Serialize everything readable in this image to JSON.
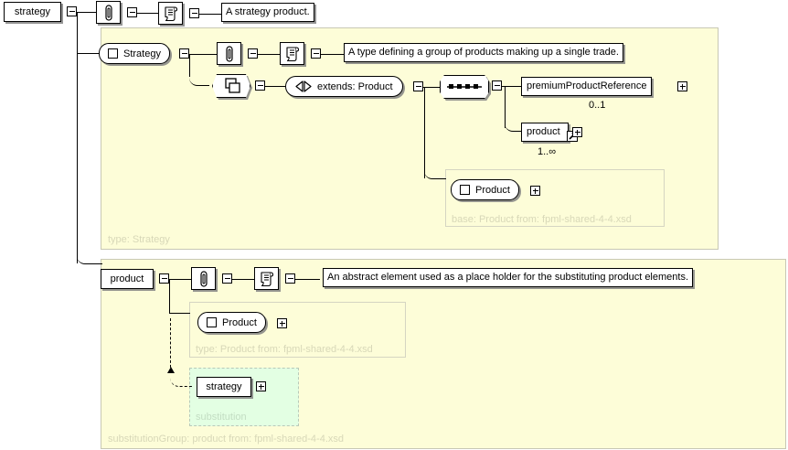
{
  "diagram": {
    "title": "strategy element XSD diagram",
    "colors": {
      "panel_background": "#fdfdd8",
      "panel_border": "#c8c8b4",
      "substitution_background": "#e3ffe3",
      "substitution_border": "#b9c9b9",
      "panel_label": "#d8d8b8",
      "box_background": "#ffffff",
      "line": "#000000"
    }
  },
  "root": {
    "element_name": "strategy",
    "annotation_icon": "paperclip-icon",
    "documentation_icon": "scroll-icon",
    "documentation_text": "A strategy product."
  },
  "strategy_type": {
    "panel_label": "type: Strategy",
    "complex_type_name": "Strategy",
    "annotation_icon": "paperclip-icon",
    "documentation_icon": "scroll-icon",
    "documentation_text": "A type defining a group of products making up a single trade.",
    "extension_node_icon": "extension-icon",
    "extends_label": "extends: Product",
    "extends_icon": "triangles-icon",
    "sequence_node_icon": "sequence-icon",
    "children": [
      {
        "name": "premiumProductReference",
        "cardinality": "0..1",
        "toggle": "plus",
        "substitution_arrow": false
      },
      {
        "name": "product",
        "cardinality": "1..∞",
        "toggle": "plus",
        "substitution_arrow": true
      }
    ],
    "base": {
      "panel_label": "base: Product from: fpml-shared-4-4.xsd",
      "type_name": "Product",
      "toggle": "plus"
    }
  },
  "product_group": {
    "panel_label": "substitutionGroup: product from: fpml-shared-4-4.xsd",
    "element_name": "product",
    "annotation_icon": "paperclip-icon",
    "documentation_icon": "scroll-icon",
    "documentation_text": "An abstract element used as a place holder for the substituting product elements.",
    "type_panel": {
      "panel_label": "type: Product from: fpml-shared-4-4.xsd",
      "type_name": "Product",
      "toggle": "plus"
    },
    "substitution_panel": {
      "panel_label": "substitution",
      "element_name": "strategy",
      "toggle": "plus"
    }
  }
}
